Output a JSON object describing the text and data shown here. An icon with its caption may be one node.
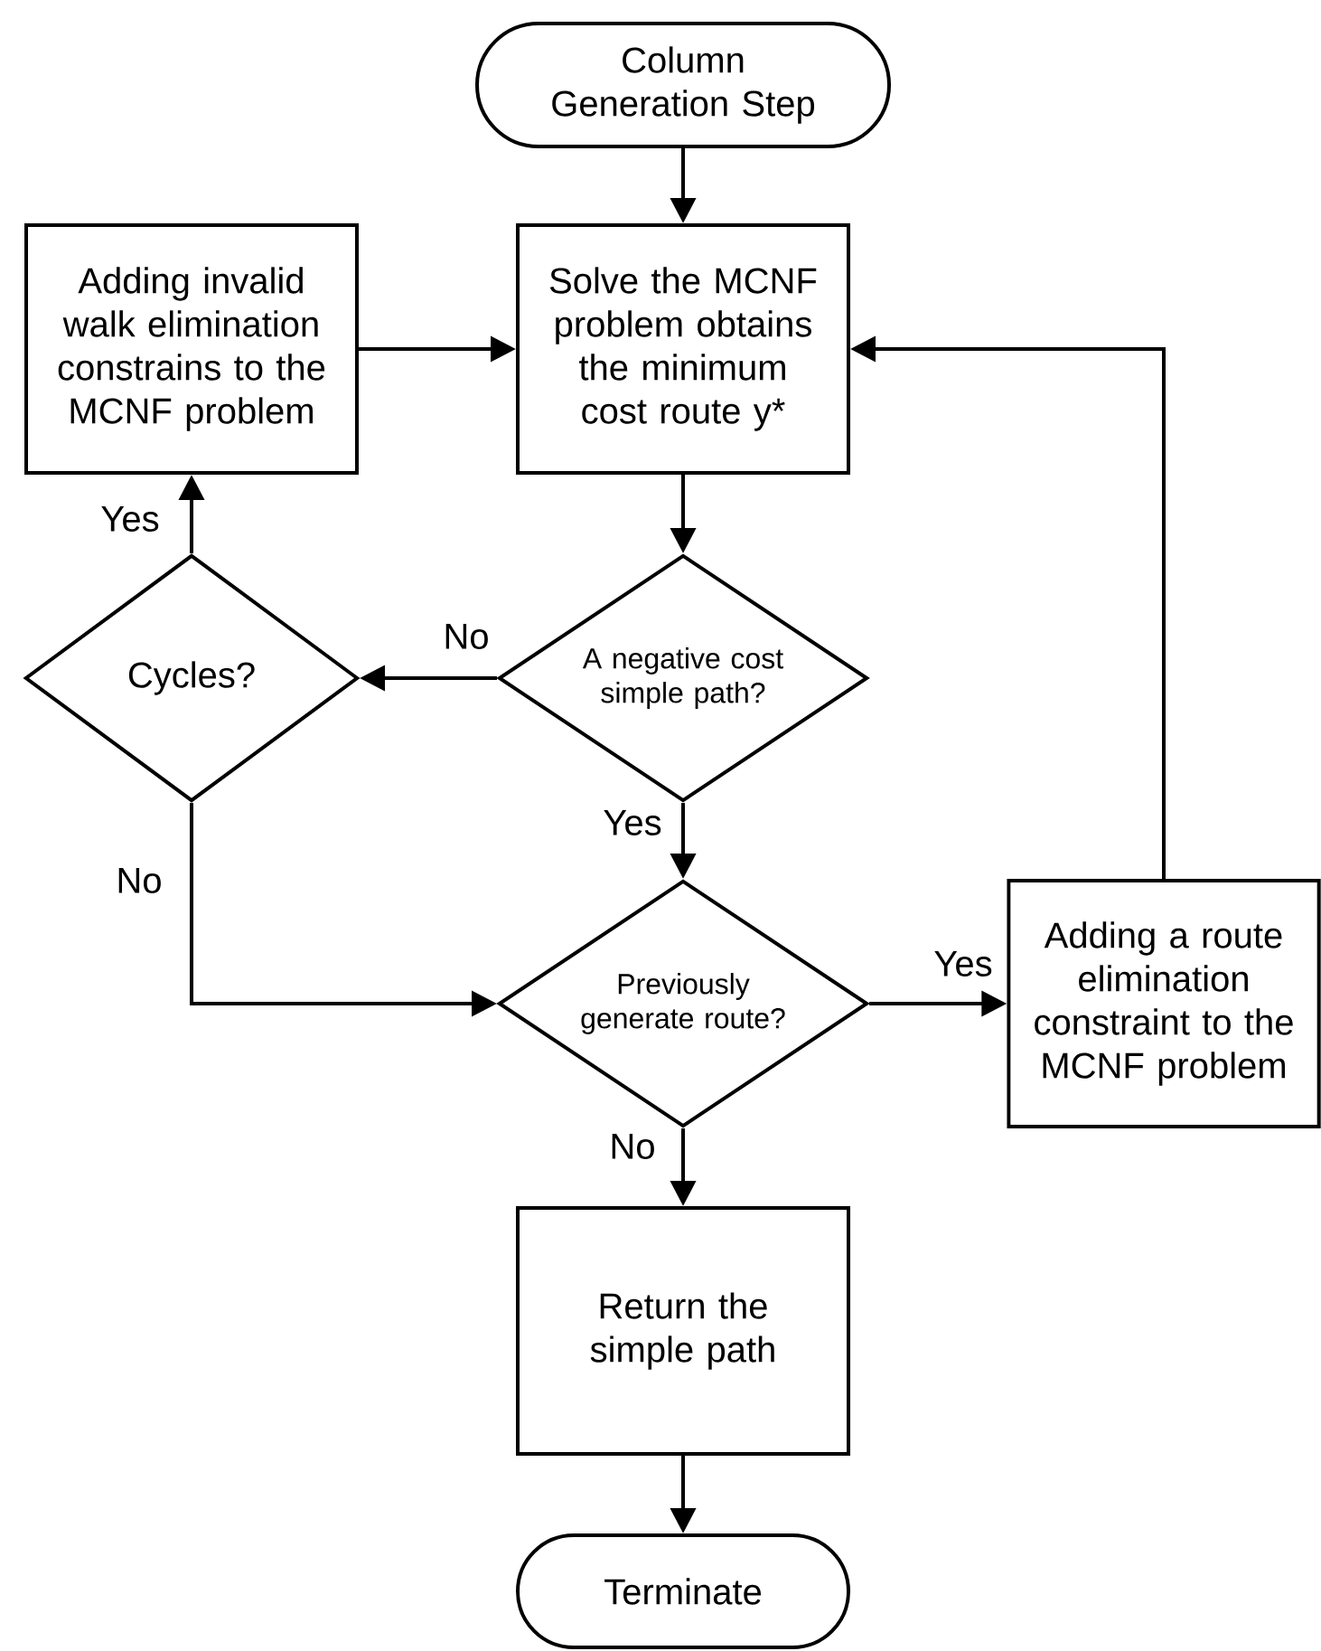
{
  "diagram": {
    "nodes": [
      {
        "text": [
          "Column Generation Step"
        ]
      },
      {
        "text": [
          "Solve the MCNF problem obtains the minimum cost route y*"
        ]
      },
      {
        "text": [
          "Adding invalid walk elimination constrains to the MCNF problem"
        ]
      },
      {
        "text": [
          "A negative cost simple path?"
        ]
      },
      {
        "text": [
          "Cycles?"
        ]
      },
      {
        "text": [
          "Previously generate route?"
        ]
      },
      {
        "text": [
          "Adding a route elimination constraint to the MCNF problem"
        ]
      },
      {
        "text": [
          "Return the simple path"
        ]
      },
      {
        "text": [
          "Terminate"
        ]
      }
    ],
    "edges": [
      {
        "from": 0,
        "to": 1,
        "arrow": "to"
      },
      {
        "from": 2,
        "to": 1,
        "arrow": "to"
      },
      {
        "from": 1,
        "to": 3,
        "arrow": "to"
      },
      {
        "from": 3,
        "to": 4,
        "arrow": "to",
        "label": "No"
      },
      {
        "from": 4,
        "to": 2,
        "arrow": "to",
        "label": "Yes"
      },
      {
        "from": 3,
        "to": 5,
        "arrow": "to",
        "label": "Yes"
      },
      {
        "from": 4,
        "to": 5,
        "arrow": "to",
        "label": "No"
      },
      {
        "from": 5,
        "to": 6,
        "arrow": "to",
        "label": "Yes"
      },
      {
        "from": 6,
        "to": 1,
        "arrow": "to"
      },
      {
        "from": 5,
        "to": 7,
        "arrow": "to",
        "label": "No"
      },
      {
        "from": 7,
        "to": 8,
        "arrow": "to"
      }
    ]
  }
}
